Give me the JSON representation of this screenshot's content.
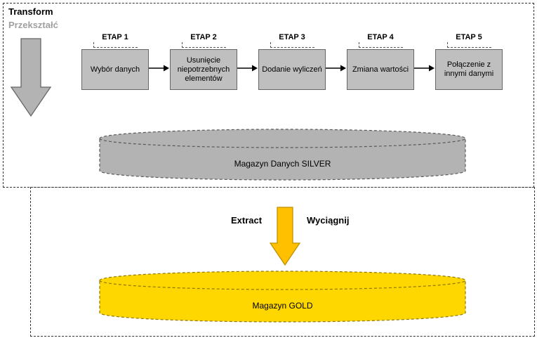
{
  "diagram": {
    "transform": {
      "title": "Transform",
      "subtitle": "Przekształć",
      "stages": [
        {
          "label": "ETAP 1",
          "text": "Wybór danych"
        },
        {
          "label": "ETAP 2",
          "text": "Usunięcie niepotrzebnych elementów"
        },
        {
          "label": "ETAP 3",
          "text": "Dodanie wyliczeń"
        },
        {
          "label": "ETAP 4",
          "text": "Zmiana wartości"
        },
        {
          "label": "ETAP 5",
          "text": "Połączenie z innymi danymi"
        }
      ],
      "database_label": "Magazyn Danych SILVER"
    },
    "extract": {
      "title": "Extract",
      "subtitle": "Wyciągnij",
      "database_label": "Magazyn GOLD"
    }
  },
  "colors": {
    "stage_fill": "#bfbfbf",
    "stage_border": "#666666",
    "silver_fill": "#b3b3b3",
    "gold_fill": "#ffd700",
    "gray_arrow_fill": "#b3b3b3",
    "gold_arrow_fill": "#ffc000",
    "flow_arrow": "#000000"
  }
}
